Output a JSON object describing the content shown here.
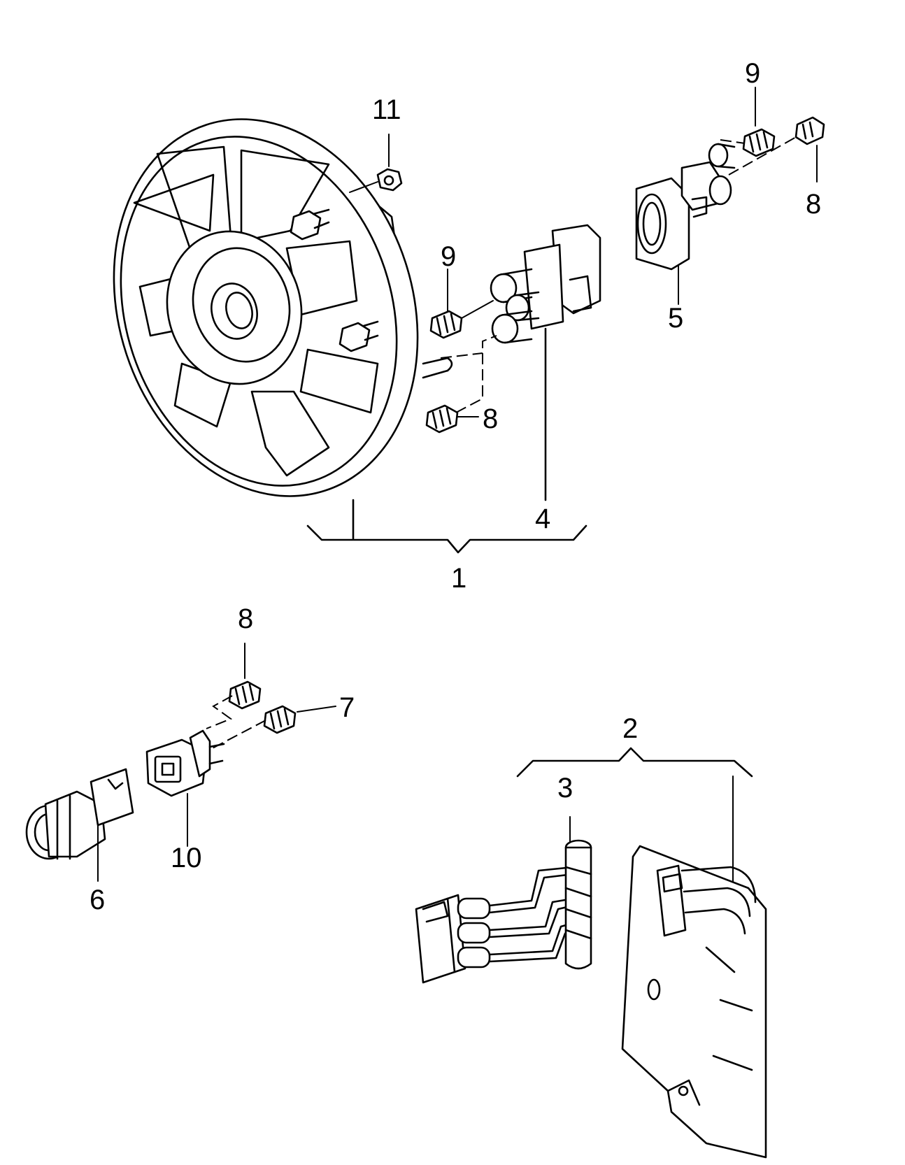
{
  "callouts": {
    "c1": "1",
    "c2": "2",
    "c3": "3",
    "c4": "4",
    "c5": "5",
    "c6": "6",
    "c7": "7",
    "c8a": "8",
    "c8b": "8",
    "c8c": "8",
    "c9a": "9",
    "c9b": "9",
    "c10": "10",
    "c11": "11"
  },
  "colors": {
    "line": "#000000",
    "background": "#ffffff"
  }
}
